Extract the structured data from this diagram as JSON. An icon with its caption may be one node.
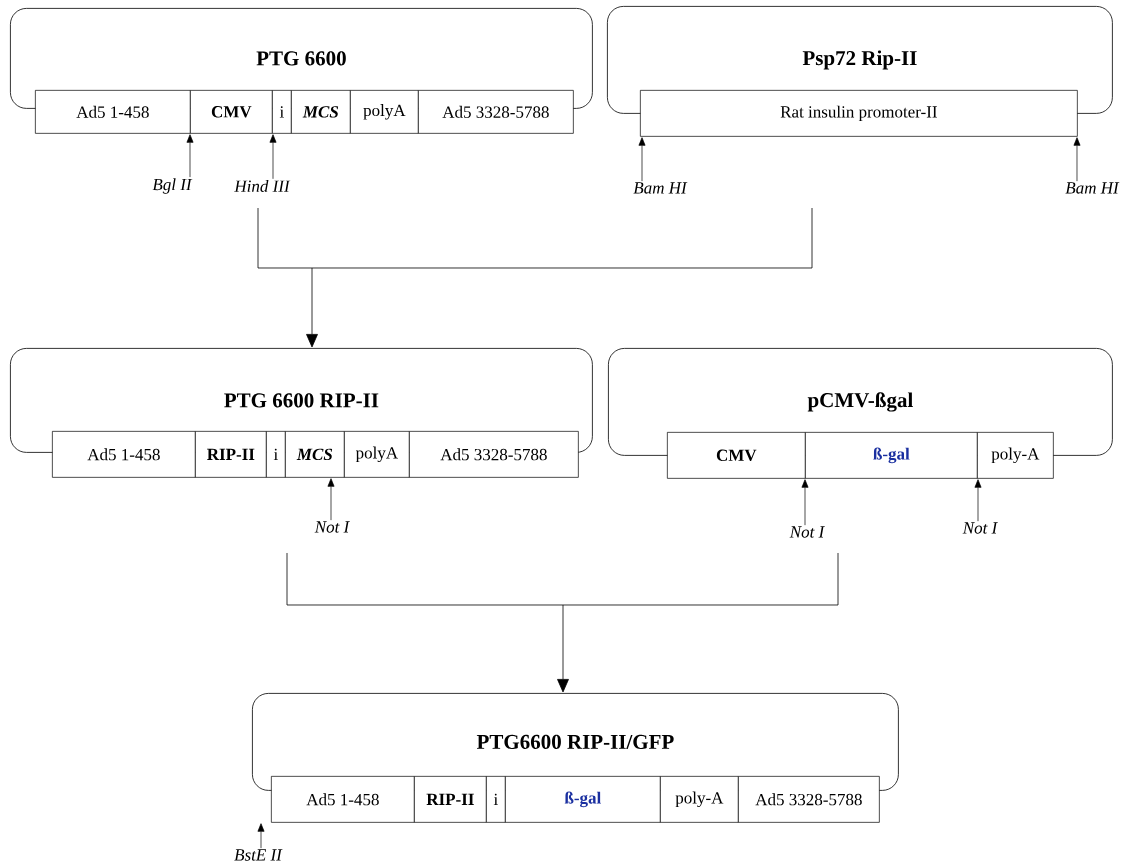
{
  "diagram": {
    "nodes": [
      {
        "text": [
          "PTG 6600"
        ]
      },
      {
        "text": [
          "Ad5 1-458"
        ]
      },
      {
        "text": [
          "CMV"
        ]
      },
      {
        "text": [
          "i"
        ]
      },
      {
        "text": [
          "MCS"
        ]
      },
      {
        "text": [
          "polyA"
        ]
      },
      {
        "text": [
          "Ad5 3328-5788"
        ]
      },
      {
        "text": [
          "Bgl II"
        ]
      },
      {
        "text": [
          "Hind III"
        ]
      },
      {
        "text": [
          "Psp72 Rip-II"
        ]
      },
      {
        "text": [
          "Rat insulin promoter-II"
        ]
      },
      {
        "text": [
          "Bam HI"
        ]
      },
      {
        "text": [
          "Bam HI"
        ]
      },
      {
        "text": [
          "PTG 6600 RIP-II"
        ]
      },
      {
        "text": [
          "Ad5 1-458"
        ]
      },
      {
        "text": [
          "RIP-II"
        ]
      },
      {
        "text": [
          "i"
        ]
      },
      {
        "text": [
          "MCS"
        ]
      },
      {
        "text": [
          "polyA"
        ]
      },
      {
        "text": [
          "Ad5 3328-5788"
        ]
      },
      {
        "text": [
          "Not I"
        ]
      },
      {
        "text": [
          "pCMV-ßgal"
        ]
      },
      {
        "text": [
          "CMV"
        ]
      },
      {
        "text": [
          "ß-gal"
        ]
      },
      {
        "text": [
          "poly-A"
        ]
      },
      {
        "text": [
          "Not I"
        ]
      },
      {
        "text": [
          "Not I"
        ]
      },
      {
        "text": [
          "PTG6600 RIP-II/GFP"
        ]
      },
      {
        "text": [
          "Ad5 1-458"
        ]
      },
      {
        "text": [
          "RIP-II"
        ]
      },
      {
        "text": [
          "i"
        ]
      },
      {
        "text": [
          "ß-gal"
        ]
      },
      {
        "text": [
          "poly-A"
        ]
      },
      {
        "text": [
          "Ad5 3328-5788"
        ]
      },
      {
        "text": [
          "BstE II"
        ]
      },
      {
        "text": [],
        "shape": "bar"
      },
      {
        "text": [],
        "shape": "bar"
      }
    ],
    "edges": [
      {
        "from": 35,
        "to": 13,
        "arrow": "to"
      },
      {
        "from": 36,
        "to": 27,
        "arrow": "to"
      },
      {
        "from": 7,
        "to": 2,
        "arrow": "to"
      },
      {
        "from": 8,
        "to": 3,
        "arrow": "to"
      },
      {
        "from": 11,
        "to": 10,
        "arrow": "to"
      },
      {
        "from": 12,
        "to": 10,
        "arrow": "to"
      },
      {
        "from": 20,
        "to": 17,
        "arrow": "to"
      },
      {
        "from": 25,
        "to": 22,
        "arrow": "to"
      },
      {
        "from": 26,
        "to": 24,
        "arrow": "to"
      },
      {
        "from": 34,
        "to": 28,
        "arrow": "to"
      }
    ]
  }
}
